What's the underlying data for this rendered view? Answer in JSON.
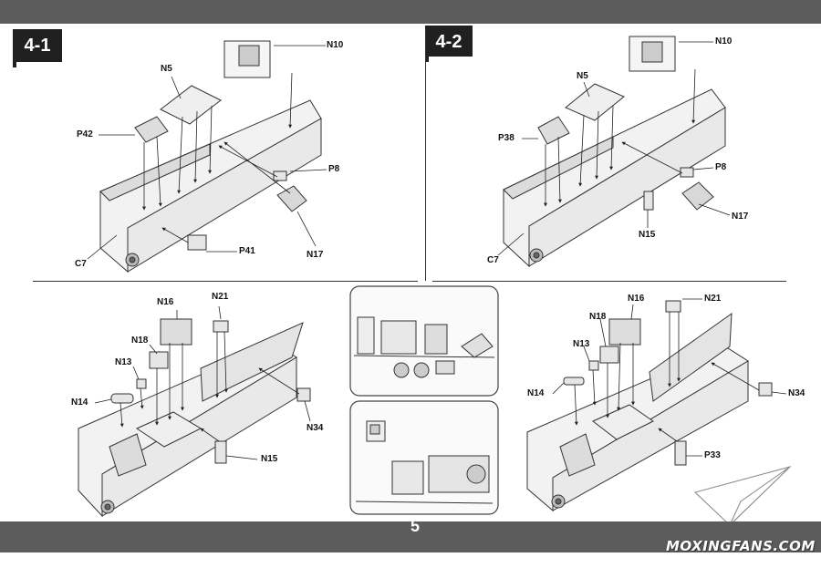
{
  "page": {
    "number": "5",
    "watermark": "MOXINGFANS.COM"
  },
  "steps": {
    "step_4_1": "4-1",
    "step_4_2": "4-2"
  },
  "parts_4_1": [
    "N10",
    "N5",
    "P42",
    "P8",
    "C7",
    "P41",
    "N17"
  ],
  "parts_4_2": [
    "N10",
    "N5",
    "P38",
    "P8",
    "C7",
    "N15",
    "N17"
  ],
  "parts_bottom_left": [
    "N16",
    "N21",
    "N18",
    "N13",
    "N14",
    "N34",
    "N15"
  ],
  "parts_bottom_right": [
    "N16",
    "N21",
    "N18",
    "N13",
    "N14",
    "N34",
    "P33"
  ]
}
